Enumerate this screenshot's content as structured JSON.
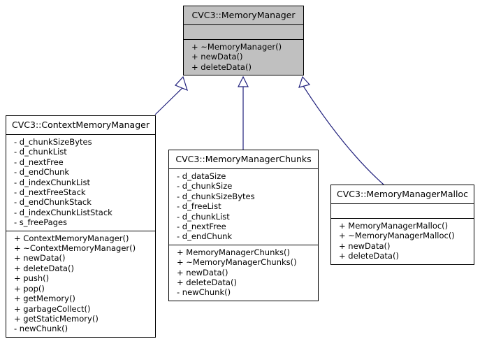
{
  "diagram": {
    "kind": "uml-class-inheritance-diagram",
    "colors": {
      "base_class_fill": "#c0c0c0",
      "derived_class_fill": "#ffffff",
      "border": "#000000",
      "edge": "#20207c",
      "background": "#ffffff"
    },
    "classes": [
      {
        "id": "memorymanager",
        "name": "CVC3::MemoryManager",
        "role": "base",
        "filled": true,
        "attributes": [],
        "operations": [
          "+ ~MemoryManager()",
          "+ newData()",
          "+ deleteData()"
        ]
      },
      {
        "id": "contextmemorymanager",
        "name": "CVC3::ContextMemoryManager",
        "role": "derived",
        "filled": false,
        "attributes": [
          "- d_chunkSizeBytes",
          "- d_chunkList",
          "- d_nextFree",
          "- d_endChunk",
          "- d_indexChunkList",
          "- d_nextFreeStack",
          "- d_endChunkStack",
          "- d_indexChunkListStack",
          "- s_freePages"
        ],
        "operations": [
          "+ ContextMemoryManager()",
          "+ ~ContextMemoryManager()",
          "+ newData()",
          "+ deleteData()",
          "+ push()",
          "+ pop()",
          "+ getMemory()",
          "+ garbageCollect()",
          "+ getStaticMemory()",
          "- newChunk()"
        ]
      },
      {
        "id": "memorymanagerchunks",
        "name": "CVC3::MemoryManagerChunks",
        "role": "derived",
        "filled": false,
        "attributes": [
          "- d_dataSize",
          "- d_chunkSize",
          "- d_chunkSizeBytes",
          "- d_freeList",
          "- d_chunkList",
          "- d_nextFree",
          "- d_endChunk"
        ],
        "operations": [
          "+ MemoryManagerChunks()",
          "+ ~MemoryManagerChunks()",
          "+ newData()",
          "+ deleteData()",
          "- newChunk()"
        ]
      },
      {
        "id": "memorymanagermalloc",
        "name": "CVC3::MemoryManagerMalloc",
        "role": "derived",
        "filled": false,
        "attributes": [],
        "operations": [
          "+ MemoryManagerMalloc()",
          "+ ~MemoryManagerMalloc()",
          "+ newData()",
          "+ deleteData()"
        ]
      }
    ],
    "relationships": [
      {
        "type": "generalization",
        "from": "CVC3::ContextMemoryManager",
        "to": "CVC3::MemoryManager"
      },
      {
        "type": "generalization",
        "from": "CVC3::MemoryManagerChunks",
        "to": "CVC3::MemoryManager"
      },
      {
        "type": "generalization",
        "from": "CVC3::MemoryManagerMalloc",
        "to": "CVC3::MemoryManager"
      }
    ]
  }
}
